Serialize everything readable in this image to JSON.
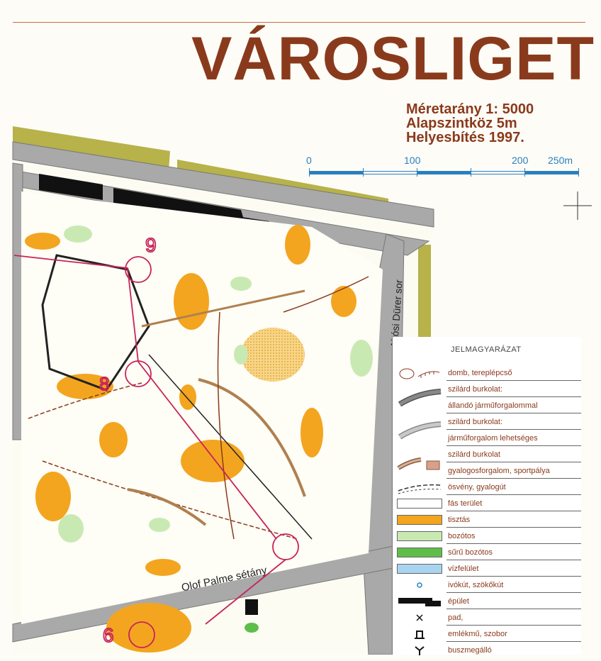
{
  "title": "VÁROSLIGET",
  "info": {
    "scale": "Méretarány 1: 5000",
    "contour": "Alapszintköz 5m",
    "revision": "Helyesbítés 1997."
  },
  "scalebar": {
    "labels": [
      "0",
      "100",
      "200",
      "250m"
    ],
    "color": "#2a7fbf"
  },
  "streets": {
    "ajtosi": "Ajtósi Dürer sor",
    "olof": "Olof Palme sétány"
  },
  "legend": {
    "heading": "JELMAGYARÁZAT",
    "items": [
      {
        "label": "domb, tereplépcső",
        "icon": "hill-icon"
      },
      {
        "label": "szilárd burkolat:",
        "icon": "paved-road-traffic-icon"
      },
      {
        "label": "állandó járműforgalommal",
        "icon": ""
      },
      {
        "label": "szilárd burkolat:",
        "icon": "paved-road-possible-icon"
      },
      {
        "label": "járműforgalom lehetséges",
        "icon": ""
      },
      {
        "label": "szilárd burkolat",
        "icon": "paved-pedestrian-icon"
      },
      {
        "label": "gyalogosforgalom, sportpálya",
        "icon": ""
      },
      {
        "label": "ösvény, gyalogút",
        "icon": "path-icon"
      },
      {
        "label": "fás terület",
        "icon": "forest-swatch",
        "color": "#ffffff"
      },
      {
        "label": "tisztás",
        "icon": "clearing-swatch",
        "color": "#f3a51f"
      },
      {
        "label": "bozótos",
        "icon": "undergrowth-swatch",
        "color": "#c9e9b3"
      },
      {
        "label": "sűrű bozótos",
        "icon": "dense-undergrowth-swatch",
        "color": "#5fbe4a"
      },
      {
        "label": "vízfelület",
        "icon": "water-swatch",
        "color": "#a9d4ef"
      },
      {
        "label": "ivókút, szökőkút",
        "icon": "fountain-icon"
      },
      {
        "label": "épület",
        "icon": "building-icon"
      },
      {
        "label": "pad,",
        "icon": "bench-icon"
      },
      {
        "label": "emlékmű, szobor",
        "icon": "monument-icon"
      },
      {
        "label": "buszmegálló",
        "icon": "bus-stop-icon"
      }
    ]
  },
  "colors": {
    "title": "#8a3a1c",
    "road": "#a9a9a9",
    "olive": "#b7b24a",
    "orange": "#f3a51f",
    "green": "#c9e9b3",
    "course": "#c8235a"
  }
}
